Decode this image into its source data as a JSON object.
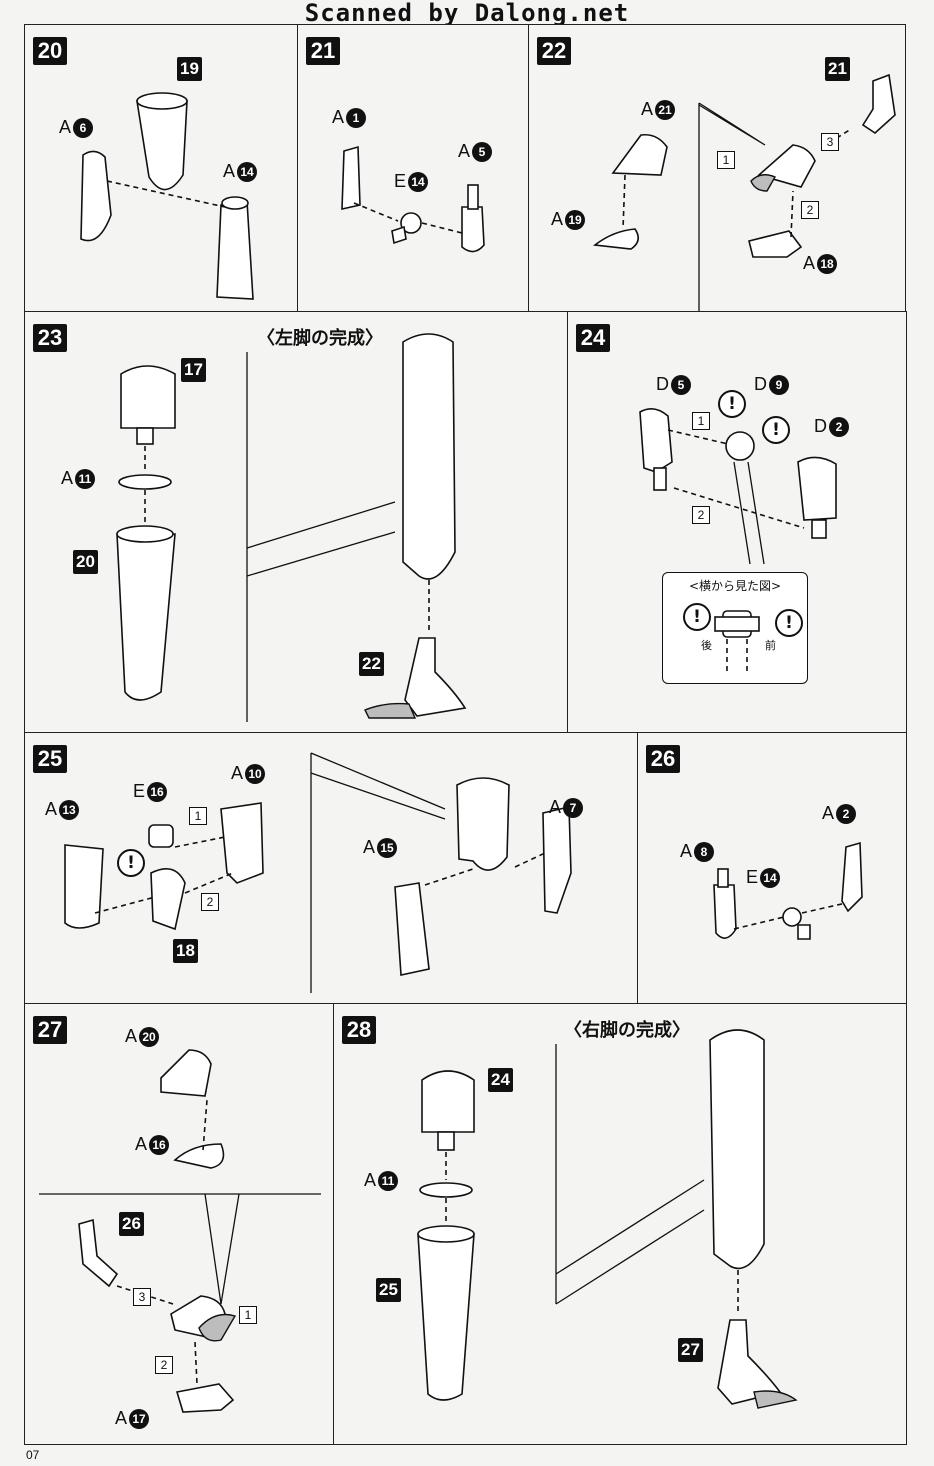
{
  "header": {
    "watermark": "Scanned by Dalong.net"
  },
  "page": {
    "number": "07"
  },
  "panels": {
    "p20": {
      "step": "20",
      "refs": [
        "19"
      ],
      "labels": [
        {
          "letter": "A",
          "num": "6"
        },
        {
          "letter": "A",
          "num": "14"
        }
      ]
    },
    "p21": {
      "step": "21",
      "labels": [
        {
          "letter": "A",
          "num": "1"
        },
        {
          "letter": "E",
          "num": "14"
        },
        {
          "letter": "A",
          "num": "5"
        }
      ]
    },
    "p22": {
      "step": "22",
      "refs": [
        "21"
      ],
      "labels": [
        {
          "letter": "A",
          "num": "21"
        },
        {
          "letter": "A",
          "num": "19"
        },
        {
          "letter": "A",
          "num": "18"
        }
      ],
      "boxes": [
        "1",
        "2",
        "3"
      ]
    },
    "p23": {
      "step": "23",
      "title": "〈左脚の完成〉",
      "refs": [
        "17",
        "20",
        "22"
      ],
      "labels": [
        {
          "letter": "A",
          "num": "11"
        }
      ]
    },
    "p24": {
      "step": "24",
      "labels": [
        {
          "letter": "D",
          "num": "5"
        },
        {
          "letter": "D",
          "num": "9"
        },
        {
          "letter": "D",
          "num": "2"
        }
      ],
      "boxes": [
        "1",
        "2"
      ],
      "warn": "!",
      "side_view": {
        "title": "<横から見た図>",
        "back": "後",
        "front": "前"
      }
    },
    "p25": {
      "step": "25",
      "refs": [
        "18"
      ],
      "labels": [
        {
          "letter": "A",
          "num": "13"
        },
        {
          "letter": "E",
          "num": "16"
        },
        {
          "letter": "A",
          "num": "10"
        },
        {
          "letter": "A",
          "num": "15"
        },
        {
          "letter": "A",
          "num": "7"
        }
      ],
      "boxes": [
        "1",
        "2"
      ],
      "warn": "!"
    },
    "p26": {
      "step": "26",
      "labels": [
        {
          "letter": "A",
          "num": "2"
        },
        {
          "letter": "A",
          "num": "8"
        },
        {
          "letter": "E",
          "num": "14"
        }
      ]
    },
    "p27": {
      "step": "27",
      "refs": [
        "26"
      ],
      "labels": [
        {
          "letter": "A",
          "num": "20"
        },
        {
          "letter": "A",
          "num": "16"
        },
        {
          "letter": "A",
          "num": "17"
        }
      ],
      "boxes": [
        "1",
        "2",
        "3"
      ]
    },
    "p28": {
      "step": "28",
      "title": "〈右脚の完成〉",
      "refs": [
        "24",
        "25",
        "27"
      ],
      "labels": [
        {
          "letter": "A",
          "num": "11"
        }
      ]
    }
  }
}
